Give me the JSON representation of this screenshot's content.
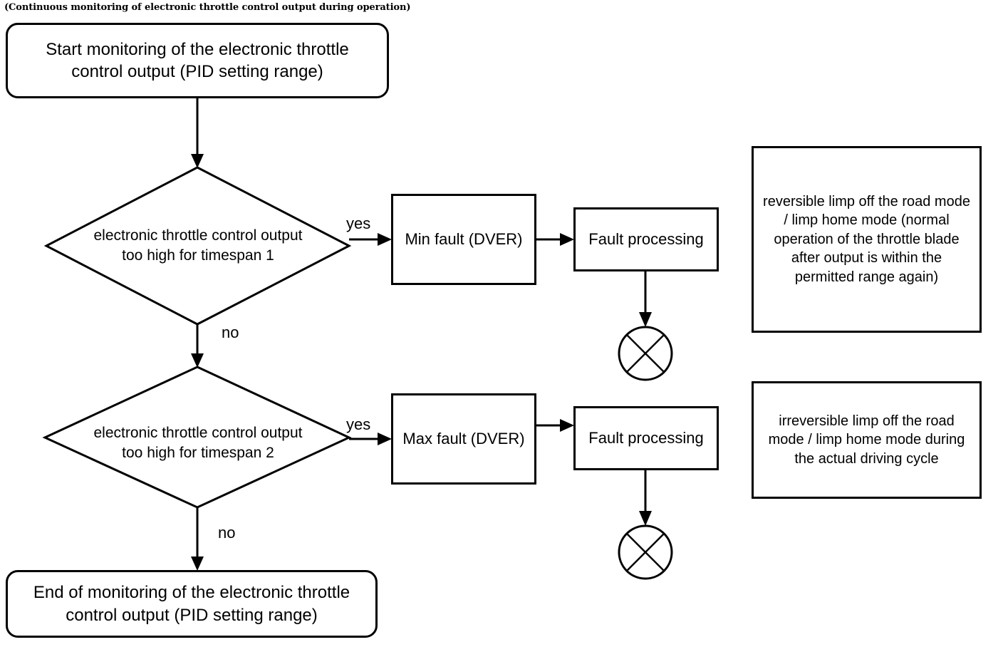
{
  "diagram": {
    "type": "flowchart",
    "header_caption": "(Continuous monitoring of electronic throttle control output during operation)",
    "start": {
      "label": "Start monitoring of the electronic throttle control output (PID setting range)"
    },
    "end": {
      "label": "End of monitoring of the electronic throttle control output (PID setting range)"
    },
    "decisions": [
      {
        "label": "electronic throttle control output too high for timespan 1",
        "yes_label": "yes",
        "no_label": "no"
      },
      {
        "label": "electronic throttle control output too high for timespan 2",
        "yes_label": "yes",
        "no_label": "no"
      }
    ],
    "fault_nodes": [
      {
        "label": "Min fault (DVER)"
      },
      {
        "label": "Max fault (DVER)"
      }
    ],
    "processing_nodes": [
      {
        "label": "Fault processing"
      },
      {
        "label": "Fault processing"
      }
    ],
    "terminal_symbols": [
      {
        "name": "crossed-circle-1"
      },
      {
        "name": "crossed-circle-2"
      }
    ],
    "notes": [
      {
        "label": "reversible limp off the road mode / limp home mode (normal operation of the throttle blade after output is within the permitted range again)"
      },
      {
        "label": "irreversible limp off the road mode / limp home mode during the actual driving cycle"
      }
    ],
    "colors": {
      "stroke": "#000000",
      "background": "#ffffff",
      "text": "#000000"
    }
  }
}
